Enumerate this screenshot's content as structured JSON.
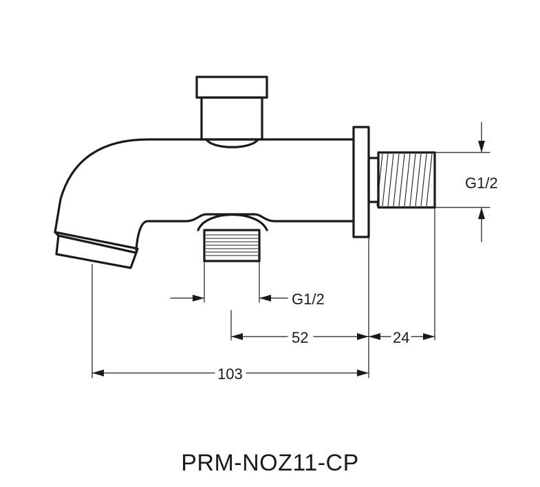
{
  "drawing": {
    "model_code": "PRM-NOZ11-CP",
    "dimensions": {
      "side_thread": "G1/2",
      "bottom_thread": "G1/2",
      "outlet_to_flange": "52",
      "thread_length": "24",
      "overall_length": "103"
    }
  }
}
